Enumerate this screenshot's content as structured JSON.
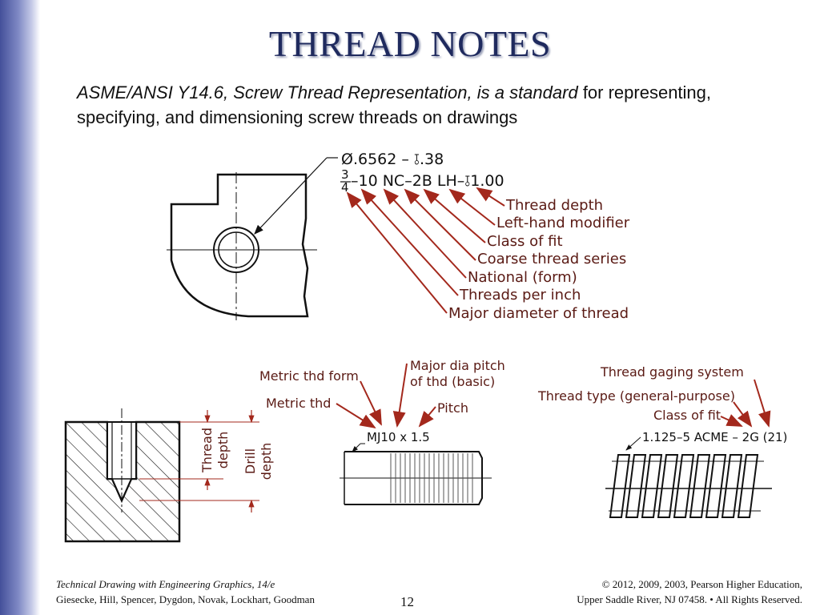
{
  "slide": {
    "title": "THREAD NOTES",
    "intro_italic": "ASME/ANSI Y14.6, Screw Thread Representation, is a standard",
    "intro_rest": " for representing, specifying, and dimensioning screw threads on drawings"
  },
  "figure_top": {
    "note_line1": "Ø.6562 – ⫱.38",
    "fraction_num": "3",
    "fraction_den": "4",
    "note_line2": "–10 NC–2B LH–⫱1.00",
    "callouts": [
      "Thread depth",
      "Left-hand modifier",
      "Class of fit",
      "Coarse thread series",
      "National (form)",
      "Threads per inch",
      "Major diameter of thread"
    ]
  },
  "figure_hole": {
    "thread_depth_label_1": "Thread",
    "thread_depth_label_2": "depth",
    "drill_depth_label_1": "Drill",
    "drill_depth_label_2": "depth"
  },
  "figure_metric": {
    "metric_thd_form": "Metric thd form",
    "major_dia_line1": "Major dia pitch",
    "major_dia_line2": "of thd (basic)",
    "metric_thd": "Metric thd",
    "pitch": "Pitch",
    "note": "MJ10 x 1.5"
  },
  "figure_acme": {
    "thread_gaging_system": "Thread gaging system",
    "thread_type": "Thread type (general-purpose)",
    "class_of_fit": "Class of fit",
    "note": "1.125–5 ACME – 2G (21)"
  },
  "footer": {
    "book_title": "Technical Drawing with Engineering Graphics, 14/e",
    "authors": "Giesecke, Hill, Spencer, Dygdon, Novak, Lockhart, Goodman",
    "page_number": "12",
    "copyright_line1": "© 2012, 2009, 2003, Pearson Higher Education,",
    "copyright_line2": "Upper Saddle River, NJ 07458. • All Rights Reserved."
  },
  "colors": {
    "callout": "#5a1a14",
    "arrow": "#a3281c",
    "title": "#1f2a5e"
  }
}
